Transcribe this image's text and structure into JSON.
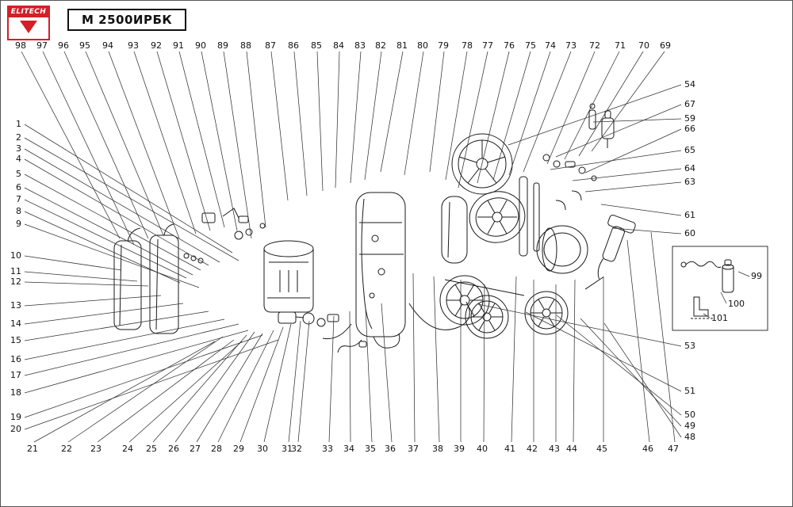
{
  "brand": {
    "logo_text": "ELITECH",
    "accent_color": "#d41f26"
  },
  "title": "М 2500ИРБК",
  "callouts": {
    "top": [
      {
        "n": "98",
        "t": [
          25,
          60
        ],
        "a": "m",
        "l": [
          26,
          64,
          150,
          300
        ]
      },
      {
        "n": "97",
        "t": [
          52,
          60
        ],
        "a": "m",
        "l": [
          53,
          64,
          168,
          308
        ]
      },
      {
        "n": "96",
        "t": [
          79,
          60
        ],
        "a": "m",
        "l": [
          80,
          64,
          186,
          300
        ]
      },
      {
        "n": "95",
        "t": [
          106,
          60
        ],
        "a": "m",
        "l": [
          107,
          64,
          205,
          296
        ]
      },
      {
        "n": "94",
        "t": [
          135,
          60
        ],
        "a": "m",
        "l": [
          136,
          64,
          225,
          300
        ]
      },
      {
        "n": "93",
        "t": [
          167,
          60
        ],
        "a": "m",
        "l": [
          168,
          64,
          246,
          294
        ]
      },
      {
        "n": "92",
        "t": [
          196,
          60
        ],
        "a": "m",
        "l": [
          197,
          64,
          264,
          290
        ]
      },
      {
        "n": "91",
        "t": [
          224,
          60
        ],
        "a": "m",
        "l": [
          225,
          64,
          282,
          286
        ]
      },
      {
        "n": "90",
        "t": [
          252,
          60
        ],
        "a": "m",
        "l": [
          253,
          64,
          298,
          290
        ]
      },
      {
        "n": "89",
        "t": [
          280,
          60
        ],
        "a": "m",
        "l": [
          281,
          64,
          316,
          300
        ]
      },
      {
        "n": "88",
        "t": [
          309,
          60
        ],
        "a": "m",
        "l": [
          310,
          64,
          334,
          286
        ]
      },
      {
        "n": "87",
        "t": [
          340,
          60
        ],
        "a": "m",
        "l": [
          341,
          64,
          362,
          252
        ]
      },
      {
        "n": "86",
        "t": [
          369,
          60
        ],
        "a": "m",
        "l": [
          370,
          64,
          386,
          246
        ]
      },
      {
        "n": "85",
        "t": [
          398,
          60
        ],
        "a": "m",
        "l": [
          399,
          64,
          406,
          240
        ]
      },
      {
        "n": "84",
        "t": [
          426,
          60
        ],
        "a": "m",
        "l": [
          427,
          64,
          422,
          236
        ]
      },
      {
        "n": "83",
        "t": [
          453,
          60
        ],
        "a": "m",
        "l": [
          454,
          64,
          441,
          230
        ]
      },
      {
        "n": "82",
        "t": [
          479,
          60
        ],
        "a": "m",
        "l": [
          480,
          64,
          459,
          226
        ]
      },
      {
        "n": "81",
        "t": [
          506,
          60
        ],
        "a": "m",
        "l": [
          507,
          64,
          479,
          216
        ]
      },
      {
        "n": "80",
        "t": [
          532,
          60
        ],
        "a": "m",
        "l": [
          533,
          64,
          509,
          220
        ]
      },
      {
        "n": "79",
        "t": [
          558,
          60
        ],
        "a": "m",
        "l": [
          559,
          64,
          541,
          216
        ]
      },
      {
        "n": "78",
        "t": [
          588,
          60
        ],
        "a": "m",
        "l": [
          588,
          64,
          561,
          226
        ]
      },
      {
        "n": "77",
        "t": [
          614,
          60
        ],
        "a": "m",
        "l": [
          614,
          64,
          577,
          236
        ]
      },
      {
        "n": "76",
        "t": [
          641,
          60
        ],
        "a": "m",
        "l": [
          641,
          64,
          601,
          230
        ]
      },
      {
        "n": "75",
        "t": [
          668,
          60
        ],
        "a": "m",
        "l": [
          668,
          64,
          621,
          226
        ]
      },
      {
        "n": "74",
        "t": [
          693,
          60
        ],
        "a": "m",
        "l": [
          693,
          64,
          641,
          220
        ]
      },
      {
        "n": "73",
        "t": [
          719,
          60
        ],
        "a": "m",
        "l": [
          719,
          64,
          659,
          216
        ]
      },
      {
        "n": "72",
        "t": [
          749,
          60
        ],
        "a": "m",
        "l": [
          749,
          64,
          689,
          206
        ]
      },
      {
        "n": "71",
        "t": [
          781,
          60
        ],
        "a": "m",
        "l": [
          780,
          64,
          711,
          200
        ]
      },
      {
        "n": "70",
        "t": [
          811,
          60
        ],
        "a": "m",
        "l": [
          810,
          64,
          729,
          196
        ]
      },
      {
        "n": "69",
        "t": [
          838,
          60
        ],
        "a": "m",
        "l": [
          837,
          64,
          745,
          190
        ]
      }
    ],
    "left": [
      {
        "n": "1",
        "t": [
          26,
          159
        ],
        "a": "e",
        "l": [
          30,
          156,
          292,
          318
        ]
      },
      {
        "n": "2",
        "t": [
          26,
          176
        ],
        "a": "e",
        "l": [
          30,
          173,
          300,
          328
        ]
      },
      {
        "n": "3",
        "t": [
          26,
          190
        ],
        "a": "e",
        "l": [
          30,
          187,
          276,
          330
        ]
      },
      {
        "n": "4",
        "t": [
          26,
          203
        ],
        "a": "e",
        "l": [
          30,
          200,
          262,
          334
        ]
      },
      {
        "n": "5",
        "t": [
          26,
          222
        ],
        "a": "e",
        "l": [
          30,
          219,
          252,
          340
        ]
      },
      {
        "n": "6",
        "t": [
          26,
          239
        ],
        "a": "e",
        "l": [
          30,
          236,
          242,
          346
        ]
      },
      {
        "n": "7",
        "t": [
          26,
          254
        ],
        "a": "e",
        "l": [
          30,
          251,
          234,
          350
        ]
      },
      {
        "n": "8",
        "t": [
          26,
          269
        ],
        "a": "e",
        "l": [
          30,
          266,
          226,
          356
        ]
      },
      {
        "n": "9",
        "t": [
          26,
          285
        ],
        "a": "e",
        "l": [
          30,
          282,
          250,
          362
        ]
      },
      {
        "n": "10",
        "t": [
          26,
          325
        ],
        "a": "e",
        "l": [
          30,
          322,
          152,
          340
        ]
      },
      {
        "n": "11",
        "t": [
          26,
          345
        ],
        "a": "e",
        "l": [
          30,
          342,
          172,
          354
        ]
      },
      {
        "n": "12",
        "t": [
          26,
          358
        ],
        "a": "e",
        "l": [
          30,
          355,
          186,
          360
        ]
      },
      {
        "n": "13",
        "t": [
          26,
          388
        ],
        "a": "e",
        "l": [
          30,
          385,
          202,
          372
        ]
      },
      {
        "n": "14",
        "t": [
          26,
          411
        ],
        "a": "e",
        "l": [
          30,
          408,
          230,
          382
        ]
      },
      {
        "n": "15",
        "t": [
          26,
          432
        ],
        "a": "e",
        "l": [
          30,
          429,
          262,
          392
        ]
      },
      {
        "n": "16",
        "t": [
          26,
          456
        ],
        "a": "e",
        "l": [
          30,
          453,
          282,
          402
        ]
      },
      {
        "n": "17",
        "t": [
          26,
          476
        ],
        "a": "e",
        "l": [
          30,
          473,
          300,
          408
        ]
      },
      {
        "n": "18",
        "t": [
          26,
          498
        ],
        "a": "e",
        "l": [
          30,
          495,
          312,
          416
        ]
      },
      {
        "n": "19",
        "t": [
          26,
          529
        ],
        "a": "e",
        "l": [
          30,
          526,
          330,
          422
        ]
      },
      {
        "n": "20",
        "t": [
          26,
          544
        ],
        "a": "e",
        "l": [
          30,
          541,
          350,
          428
        ]
      }
    ],
    "bottom": [
      {
        "n": "21",
        "t": [
          40,
          569
        ],
        "a": "m",
        "l": [
          42,
          557,
          270,
          430
        ]
      },
      {
        "n": "22",
        "t": [
          83,
          569
        ],
        "a": "m",
        "l": [
          85,
          557,
          280,
          424
        ]
      },
      {
        "n": "23",
        "t": [
          120,
          569
        ],
        "a": "m",
        "l": [
          122,
          557,
          294,
          428
        ]
      },
      {
        "n": "24",
        "t": [
          160,
          569
        ],
        "a": "m",
        "l": [
          162,
          557,
          304,
          430
        ]
      },
      {
        "n": "25",
        "t": [
          190,
          569
        ],
        "a": "m",
        "l": [
          192,
          557,
          310,
          422
        ]
      },
      {
        "n": "26",
        "t": [
          218,
          569
        ],
        "a": "m",
        "l": [
          220,
          557,
          320,
          418
        ]
      },
      {
        "n": "27",
        "t": [
          245,
          569
        ],
        "a": "m",
        "l": [
          247,
          557,
          330,
          420
        ]
      },
      {
        "n": "28",
        "t": [
          272,
          569
        ],
        "a": "m",
        "l": [
          274,
          557,
          344,
          416
        ]
      },
      {
        "n": "29",
        "t": [
          300,
          569
        ],
        "a": "m",
        "l": [
          302,
          557,
          356,
          412
        ]
      },
      {
        "n": "30",
        "t": [
          330,
          569
        ],
        "a": "m",
        "l": [
          332,
          557,
          366,
          408
        ]
      },
      {
        "n": "31",
        "t": [
          361,
          569
        ],
        "a": "m",
        "l": [
          363,
          557,
          378,
          404
        ]
      },
      {
        "n": "32",
        "t": [
          373,
          569
        ],
        "a": "m",
        "l": [
          375,
          557,
          389,
          404
        ]
      },
      {
        "n": "33",
        "t": [
          412,
          569
        ],
        "a": "m",
        "l": [
          414,
          557,
          420,
          398
        ]
      },
      {
        "n": "34",
        "t": [
          439,
          569
        ],
        "a": "m",
        "l": [
          441,
          557,
          440,
          392
        ]
      },
      {
        "n": "35",
        "t": [
          466,
          569
        ],
        "a": "m",
        "l": [
          468,
          557,
          460,
          388
        ]
      },
      {
        "n": "36",
        "t": [
          491,
          569
        ],
        "a": "m",
        "l": [
          493,
          557,
          480,
          382
        ]
      },
      {
        "n": "37",
        "t": [
          520,
          569
        ],
        "a": "m",
        "l": [
          522,
          557,
          520,
          344
        ]
      },
      {
        "n": "38",
        "t": [
          551,
          569
        ],
        "a": "m",
        "l": [
          553,
          557,
          546,
          348
        ]
      },
      {
        "n": "39",
        "t": [
          578,
          569
        ],
        "a": "m",
        "l": [
          580,
          557,
          580,
          352
        ]
      },
      {
        "n": "40",
        "t": [
          607,
          569
        ],
        "a": "m",
        "l": [
          609,
          557,
          610,
          358
        ]
      },
      {
        "n": "41",
        "t": [
          642,
          569
        ],
        "a": "m",
        "l": [
          644,
          557,
          650,
          348
        ]
      },
      {
        "n": "42",
        "t": [
          670,
          569
        ],
        "a": "m",
        "l": [
          672,
          557,
          672,
          352
        ]
      },
      {
        "n": "43",
        "t": [
          698,
          569
        ],
        "a": "m",
        "l": [
          700,
          557,
          700,
          358
        ]
      },
      {
        "n": "44",
        "t": [
          720,
          569
        ],
        "a": "m",
        "l": [
          722,
          557,
          724,
          352
        ]
      },
      {
        "n": "45",
        "t": [
          758,
          569
        ],
        "a": "m",
        "l": [
          760,
          557,
          760,
          348
        ]
      },
      {
        "n": "46",
        "t": [
          816,
          569
        ],
        "a": "m",
        "l": [
          818,
          557,
          790,
          302
        ]
      },
      {
        "n": "47",
        "t": [
          848,
          569
        ],
        "a": "m",
        "l": [
          850,
          557,
          820,
          292
        ]
      }
    ],
    "right": [
      {
        "n": "54",
        "t": [
          862,
          109
        ],
        "a": "s",
        "l": [
          858,
          106,
          640,
          182
        ]
      },
      {
        "n": "67",
        "t": [
          862,
          134
        ],
        "a": "s",
        "l": [
          858,
          131,
          700,
          197
        ]
      },
      {
        "n": "59",
        "t": [
          862,
          152
        ],
        "a": "s",
        "l": [
          858,
          149,
          747,
          153
        ]
      },
      {
        "n": "66",
        "t": [
          862,
          165
        ],
        "a": "s",
        "l": [
          858,
          162,
          737,
          217
        ]
      },
      {
        "n": "65",
        "t": [
          862,
          192
        ],
        "a": "s",
        "l": [
          858,
          189,
          693,
          213
        ]
      },
      {
        "n": "64",
        "t": [
          862,
          215
        ],
        "a": "s",
        "l": [
          858,
          212,
          721,
          227
        ]
      },
      {
        "n": "63",
        "t": [
          862,
          232
        ],
        "a": "s",
        "l": [
          858,
          229,
          737,
          241
        ]
      },
      {
        "n": "61",
        "t": [
          862,
          274
        ],
        "a": "s",
        "l": [
          858,
          271,
          757,
          257
        ]
      },
      {
        "n": "60",
        "t": [
          862,
          297
        ],
        "a": "s",
        "l": [
          858,
          294,
          771,
          287
        ]
      },
      {
        "n": "53",
        "t": [
          862,
          439
        ],
        "a": "s",
        "l": [
          858,
          436,
          602,
          383
        ]
      },
      {
        "n": "51",
        "t": [
          862,
          496
        ],
        "a": "s",
        "l": [
          858,
          493,
          662,
          393
        ]
      },
      {
        "n": "50",
        "t": [
          862,
          526
        ],
        "a": "s",
        "l": [
          858,
          523,
          701,
          397
        ]
      },
      {
        "n": "49",
        "t": [
          862,
          540
        ],
        "a": "s",
        "l": [
          858,
          537,
          731,
          401
        ]
      },
      {
        "n": "48",
        "t": [
          862,
          554
        ],
        "a": "s",
        "l": [
          858,
          551,
          761,
          407
        ]
      }
    ],
    "inset": [
      {
        "n": "99",
        "t": [
          946,
          351
        ],
        "a": "s",
        "l": [
          944,
          348,
          930,
          342
        ]
      },
      {
        "n": "100",
        "t": [
          917,
          386
        ],
        "a": "s",
        "l": [
          915,
          382,
          908,
          368
        ]
      },
      {
        "n": "101",
        "t": [
          896,
          404
        ],
        "a": "s",
        "l": [
          894,
          400,
          886,
          395
        ]
      }
    ]
  }
}
